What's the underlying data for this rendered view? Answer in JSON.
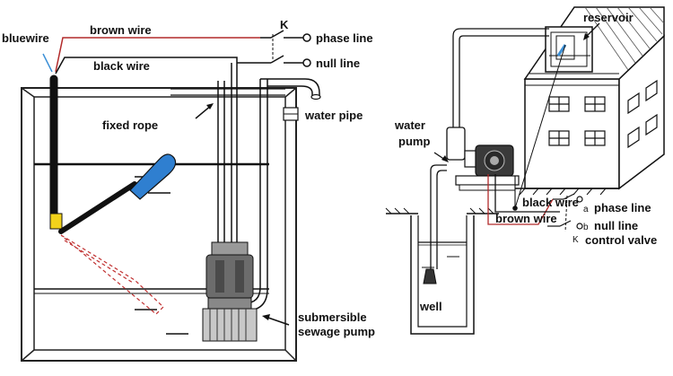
{
  "left_diagram": {
    "labels": {
      "blue_wire": "bluewire",
      "brown_wire": "brown wire",
      "black_wire": "black wire",
      "switch_k": "K",
      "phase_line": "phase line",
      "null_line": "null line",
      "fixed_rope": "fixed rope",
      "water_pipe": "water pipe",
      "pump_line1": "submersible",
      "pump_line2": "sewage pump"
    }
  },
  "right_diagram": {
    "labels": {
      "reservoir": "reservoir",
      "water_pump_line1": "water",
      "water_pump_line2": "pump",
      "black_wire": "black wire",
      "brown_wire": "brown wire",
      "phase_a": "a",
      "phase_line": "phase line",
      "null_b": "b",
      "null_line": "null line",
      "switch_k": "K",
      "control_valve": "control valve",
      "well": "well"
    }
  },
  "colors": {
    "brown_wire": "#b22a2a",
    "blue_wire": "#3b8fd6",
    "float_blue": "#2f7fd0",
    "float_yellow": "#f2d21b",
    "ink": "#111111"
  }
}
